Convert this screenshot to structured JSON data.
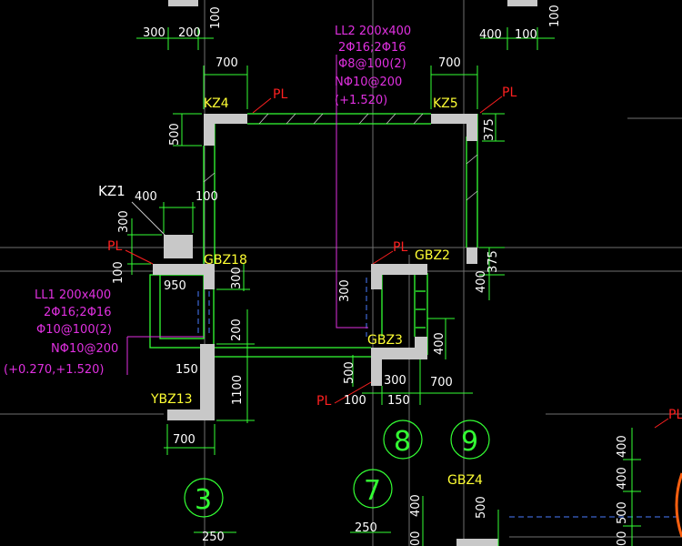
{
  "colors": {
    "background": "#000000",
    "wall": "#33ff33",
    "column_fill": "#c8c8c8",
    "dimension": "#33ff33",
    "beam_text": "#e030e0",
    "column_text": "#ffff33",
    "pl_text": "#ff2020",
    "axis_line": "#707070",
    "dashed": "#4a7dff",
    "arc": "#ff6010"
  },
  "columns": {
    "kz4": "KZ4",
    "kz5": "KZ5",
    "kz1": "KZ1",
    "gbz18": "GBZ18",
    "gbz2": "GBZ2",
    "gbz3": "GBZ3",
    "ybz13": "YBZ13",
    "gbz4": "GBZ4"
  },
  "pl": "PL",
  "beams": {
    "ll2": [
      "LL2 200x400",
      "2Φ16;2Φ16",
      "Φ8@100(2)",
      "NΦ10@200",
      "(+1.520)"
    ],
    "ll1": [
      "LL1 200x400",
      "2Φ16;2Φ16",
      "Φ10@100(2)",
      "NΦ10@200",
      "(+0.270,+1.520)"
    ]
  },
  "axes": {
    "a3": "3",
    "a7": "7",
    "a8": "8",
    "a9": "9"
  },
  "dims": {
    "top_300": "300",
    "top_200": "200",
    "top_100a": "100",
    "top_400": "400",
    "top_100b": "100",
    "top_100c": "100",
    "kz4_700": "700",
    "kz5_700": "700",
    "kz4_500": "500",
    "kz5_375": "375",
    "kz1_400": "400",
    "kz1_100": "100",
    "kz1_300": "300",
    "left_100": "100",
    "gbz18_950": "950",
    "gbz18_300": "300",
    "gbz18_200": "200",
    "gbz18_150": "150",
    "ybz13_1100": "1100",
    "ybz13_700": "700",
    "gbz2_375": "375",
    "gbz2_400": "400",
    "gbz2_300": "300",
    "gbz3_400": "400",
    "gbz3_500": "500",
    "gbz3_300": "300",
    "gbz3_100": "100",
    "gbz3_150": "150",
    "gbz3_700": "700",
    "bottom_250a": "250",
    "bottom_250b": "250",
    "gbz4_400": "400",
    "gbz4_500": "500",
    "gbz4_00": "00",
    "right_400a": "400",
    "right_400b": "400",
    "right_500": "500",
    "right_00": "00"
  }
}
